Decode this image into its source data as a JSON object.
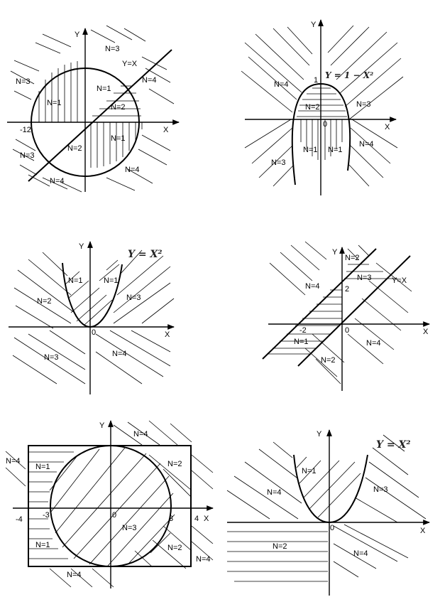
{
  "diagrams": [
    {
      "id": "d1",
      "x_label": "X",
      "y_label": "Y",
      "curve_label": "Y=X",
      "tick_labels": [
        "-12"
      ],
      "regions": [
        "N=3",
        "N=3",
        "N=3",
        "N=4",
        "N=4",
        "N=4",
        "N=1",
        "N=1",
        "N=1",
        "N=2",
        "N=2"
      ]
    },
    {
      "id": "d2",
      "x_label": "X",
      "y_label": "Y",
      "curve_label": "Y = 1 − X²",
      "tick_labels": [
        "1",
        "0"
      ],
      "regions": [
        "N=4",
        "N=2",
        "N=3",
        "N=4",
        "N=3",
        "N=1",
        "N=1"
      ]
    },
    {
      "id": "d3",
      "x_label": "X",
      "y_label": "Y",
      "curve_label": "Y = X²",
      "tick_labels": [
        "0"
      ],
      "regions": [
        "N=1",
        "N=1",
        "N=2",
        "N=3",
        "N=3",
        "N=4"
      ]
    },
    {
      "id": "d4",
      "x_label": "X",
      "y_label": "Y",
      "curve_label": "Y=X",
      "tick_labels": [
        "2",
        "-2",
        "0"
      ],
      "regions": [
        "N=2",
        "N=3",
        "N=4",
        "N=1",
        "N=4",
        "N=2"
      ]
    },
    {
      "id": "d5",
      "x_label": "X",
      "y_label": "Y",
      "tick_labels": [
        "-4",
        "-3",
        "0",
        "3",
        "4"
      ],
      "regions": [
        "N=4",
        "N=4",
        "N=1",
        "N=2",
        "N=3",
        "N=1",
        "N=2",
        "N=4",
        "N=4"
      ]
    },
    {
      "id": "d6",
      "x_label": "X",
      "y_label": "Y",
      "curve_label": "Y = X²",
      "tick_labels": [
        "0"
      ],
      "regions": [
        "N=1",
        "N=4",
        "N=3",
        "N=2",
        "N=4"
      ]
    }
  ]
}
